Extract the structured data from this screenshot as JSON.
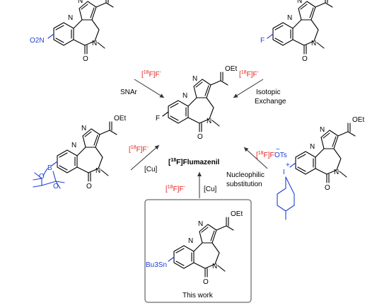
{
  "scheme": {
    "target": {
      "label_iso": "18",
      "label_name": "Flumazenil",
      "substituent": "F"
    },
    "common_atoms": {
      "ester": "OEt",
      "n_ring": "N",
      "n_methyl": "N",
      "carbonyl_o": "O"
    },
    "precursors": {
      "top_left": {
        "substituent": "O2N"
      },
      "top_right": {
        "substituent": "F"
      },
      "mid_left": {
        "boron": "B",
        "o1": "O",
        "o2": "O"
      },
      "mid_right": {
        "counterion": "OTs",
        "iodine": "I",
        "charge": "+",
        "minus": "−"
      },
      "this_work": {
        "substituent": "Bu3Sn",
        "caption": "This work"
      }
    },
    "conditions": {
      "snar": {
        "reagent_iso": "18",
        "reagent": "F",
        "reagent_charge": "-",
        "mechanism": "SNAr"
      },
      "isotopic": {
        "reagent_iso": "18",
        "reagent": "F",
        "reagent_charge": "-",
        "line1": "Isotopic",
        "line2": "Exchange"
      },
      "copper_left": {
        "reagent_iso": "18",
        "reagent": "F",
        "reagent_charge": "-",
        "catalyst": "[Cu]"
      },
      "nucleophilic": {
        "reagent_iso": "18",
        "reagent": "F",
        "reagent_charge": "-",
        "line1": "Nucleophilic",
        "line2": "substitution"
      },
      "this_work": {
        "reagent_iso": "18",
        "reagent": "F",
        "reagent_charge": "-",
        "catalyst": "[Cu]"
      }
    }
  }
}
